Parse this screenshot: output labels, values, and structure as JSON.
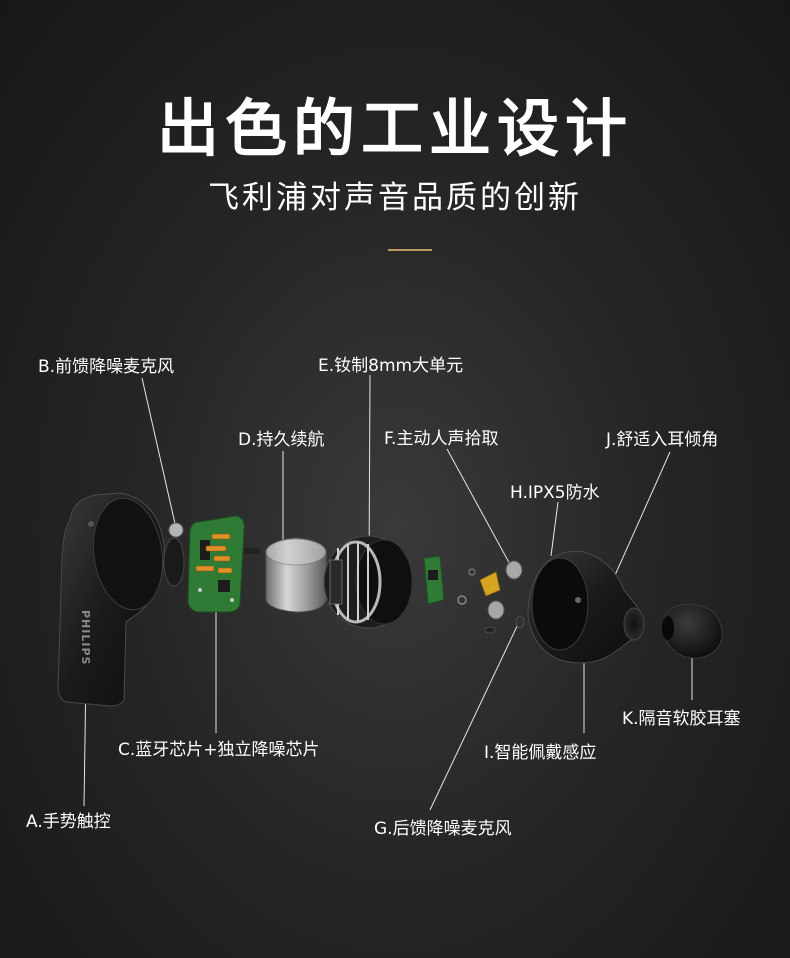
{
  "header": {
    "title": "出色的工业设计",
    "subtitle": "飞利浦对声音品质的创新"
  },
  "labels": {
    "a": "A.手势触控",
    "b": "B.前馈降噪麦克风",
    "c": "C.蓝牙芯片+独立降噪芯片",
    "d": "D.持久续航",
    "e": "E.钕制8mm大单元",
    "f": "F.主动人声拾取",
    "g": "G.后馈降噪麦克风",
    "h": "H.IPX5防水",
    "i": "I.智能佩戴感应",
    "j": "J.舒适入耳倾角",
    "k": "K.隔音软胶耳塞"
  },
  "brand": "PHILIPS",
  "colors": {
    "accent": "#b89a62",
    "pcb": "#2f7a34",
    "gold": "#d4a520",
    "battery": "#a8a8a8"
  }
}
